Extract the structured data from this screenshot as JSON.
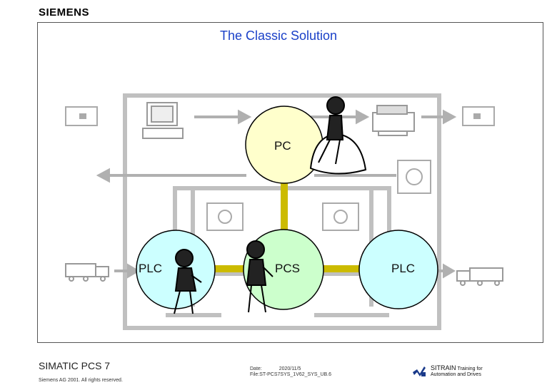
{
  "brand": {
    "logo": "SIEMENS"
  },
  "slide": {
    "title": "The Classic Solution"
  },
  "diagram": {
    "nodes": [
      {
        "id": "pc",
        "label": "PC",
        "color": "#ffffcc"
      },
      {
        "id": "plc-left",
        "label": "PLC",
        "color": "#ccffff"
      },
      {
        "id": "pcs",
        "label": "PCS",
        "color": "#ccffcc"
      },
      {
        "id": "plc-right",
        "label": "PLC",
        "color": "#ccffff"
      }
    ],
    "connector_color": "#ccbb00",
    "background_color": "#c0c0c0",
    "icons": [
      "monitor-icon",
      "computer-icon",
      "printer-icon",
      "truck-icon",
      "person-icon",
      "valve-icon"
    ]
  },
  "footer": {
    "product": "SIMATIC PCS 7",
    "copyright": "Siemens AG 2001. All rights reserved.",
    "date_label": "Date:",
    "date_value": "2020/11/5",
    "file": "File:ST-PCS7SYS_1V62_SYS_UB.6",
    "sitrain_name": "SITRAIN",
    "sitrain_tag": "Training for",
    "sitrain_line2": "Automation and Drives"
  }
}
